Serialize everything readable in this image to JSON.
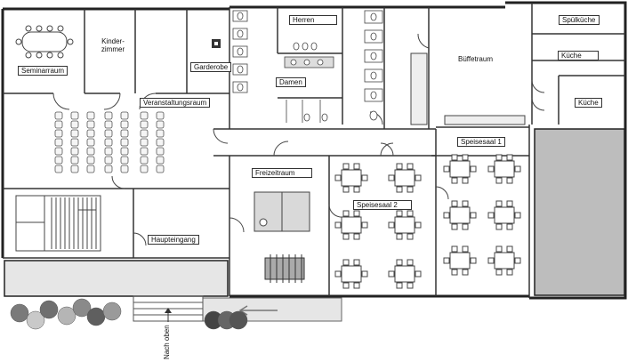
{
  "rooms": {
    "seminarraum": "Seminarraum",
    "kinderzimmer_1": "Kinder-",
    "kinderzimmer_2": "zimmer",
    "garderobe": "Garderobe",
    "herren": "Herren",
    "damen": "Damen",
    "bueffetraum": "Büffetraum",
    "spuelkueche": "Spülküche",
    "kueche_1": "Küche",
    "kueche_2": "Küche",
    "veranstaltungsraum": "Veranstaltungsraum",
    "speisesaal_1": "Speisesaal 1",
    "freizeitraum": "Freizeitraum",
    "speisesaal_2": "Speisesaal 2",
    "haupteingang": "Haupteingang"
  },
  "annotations": {
    "nach_oben": "Nach oben"
  },
  "colors": {
    "wall": "#222222",
    "floor_grey": "#bdbdbd",
    "terrace": "#e6e6e6",
    "plants": "#8a8a8a"
  }
}
